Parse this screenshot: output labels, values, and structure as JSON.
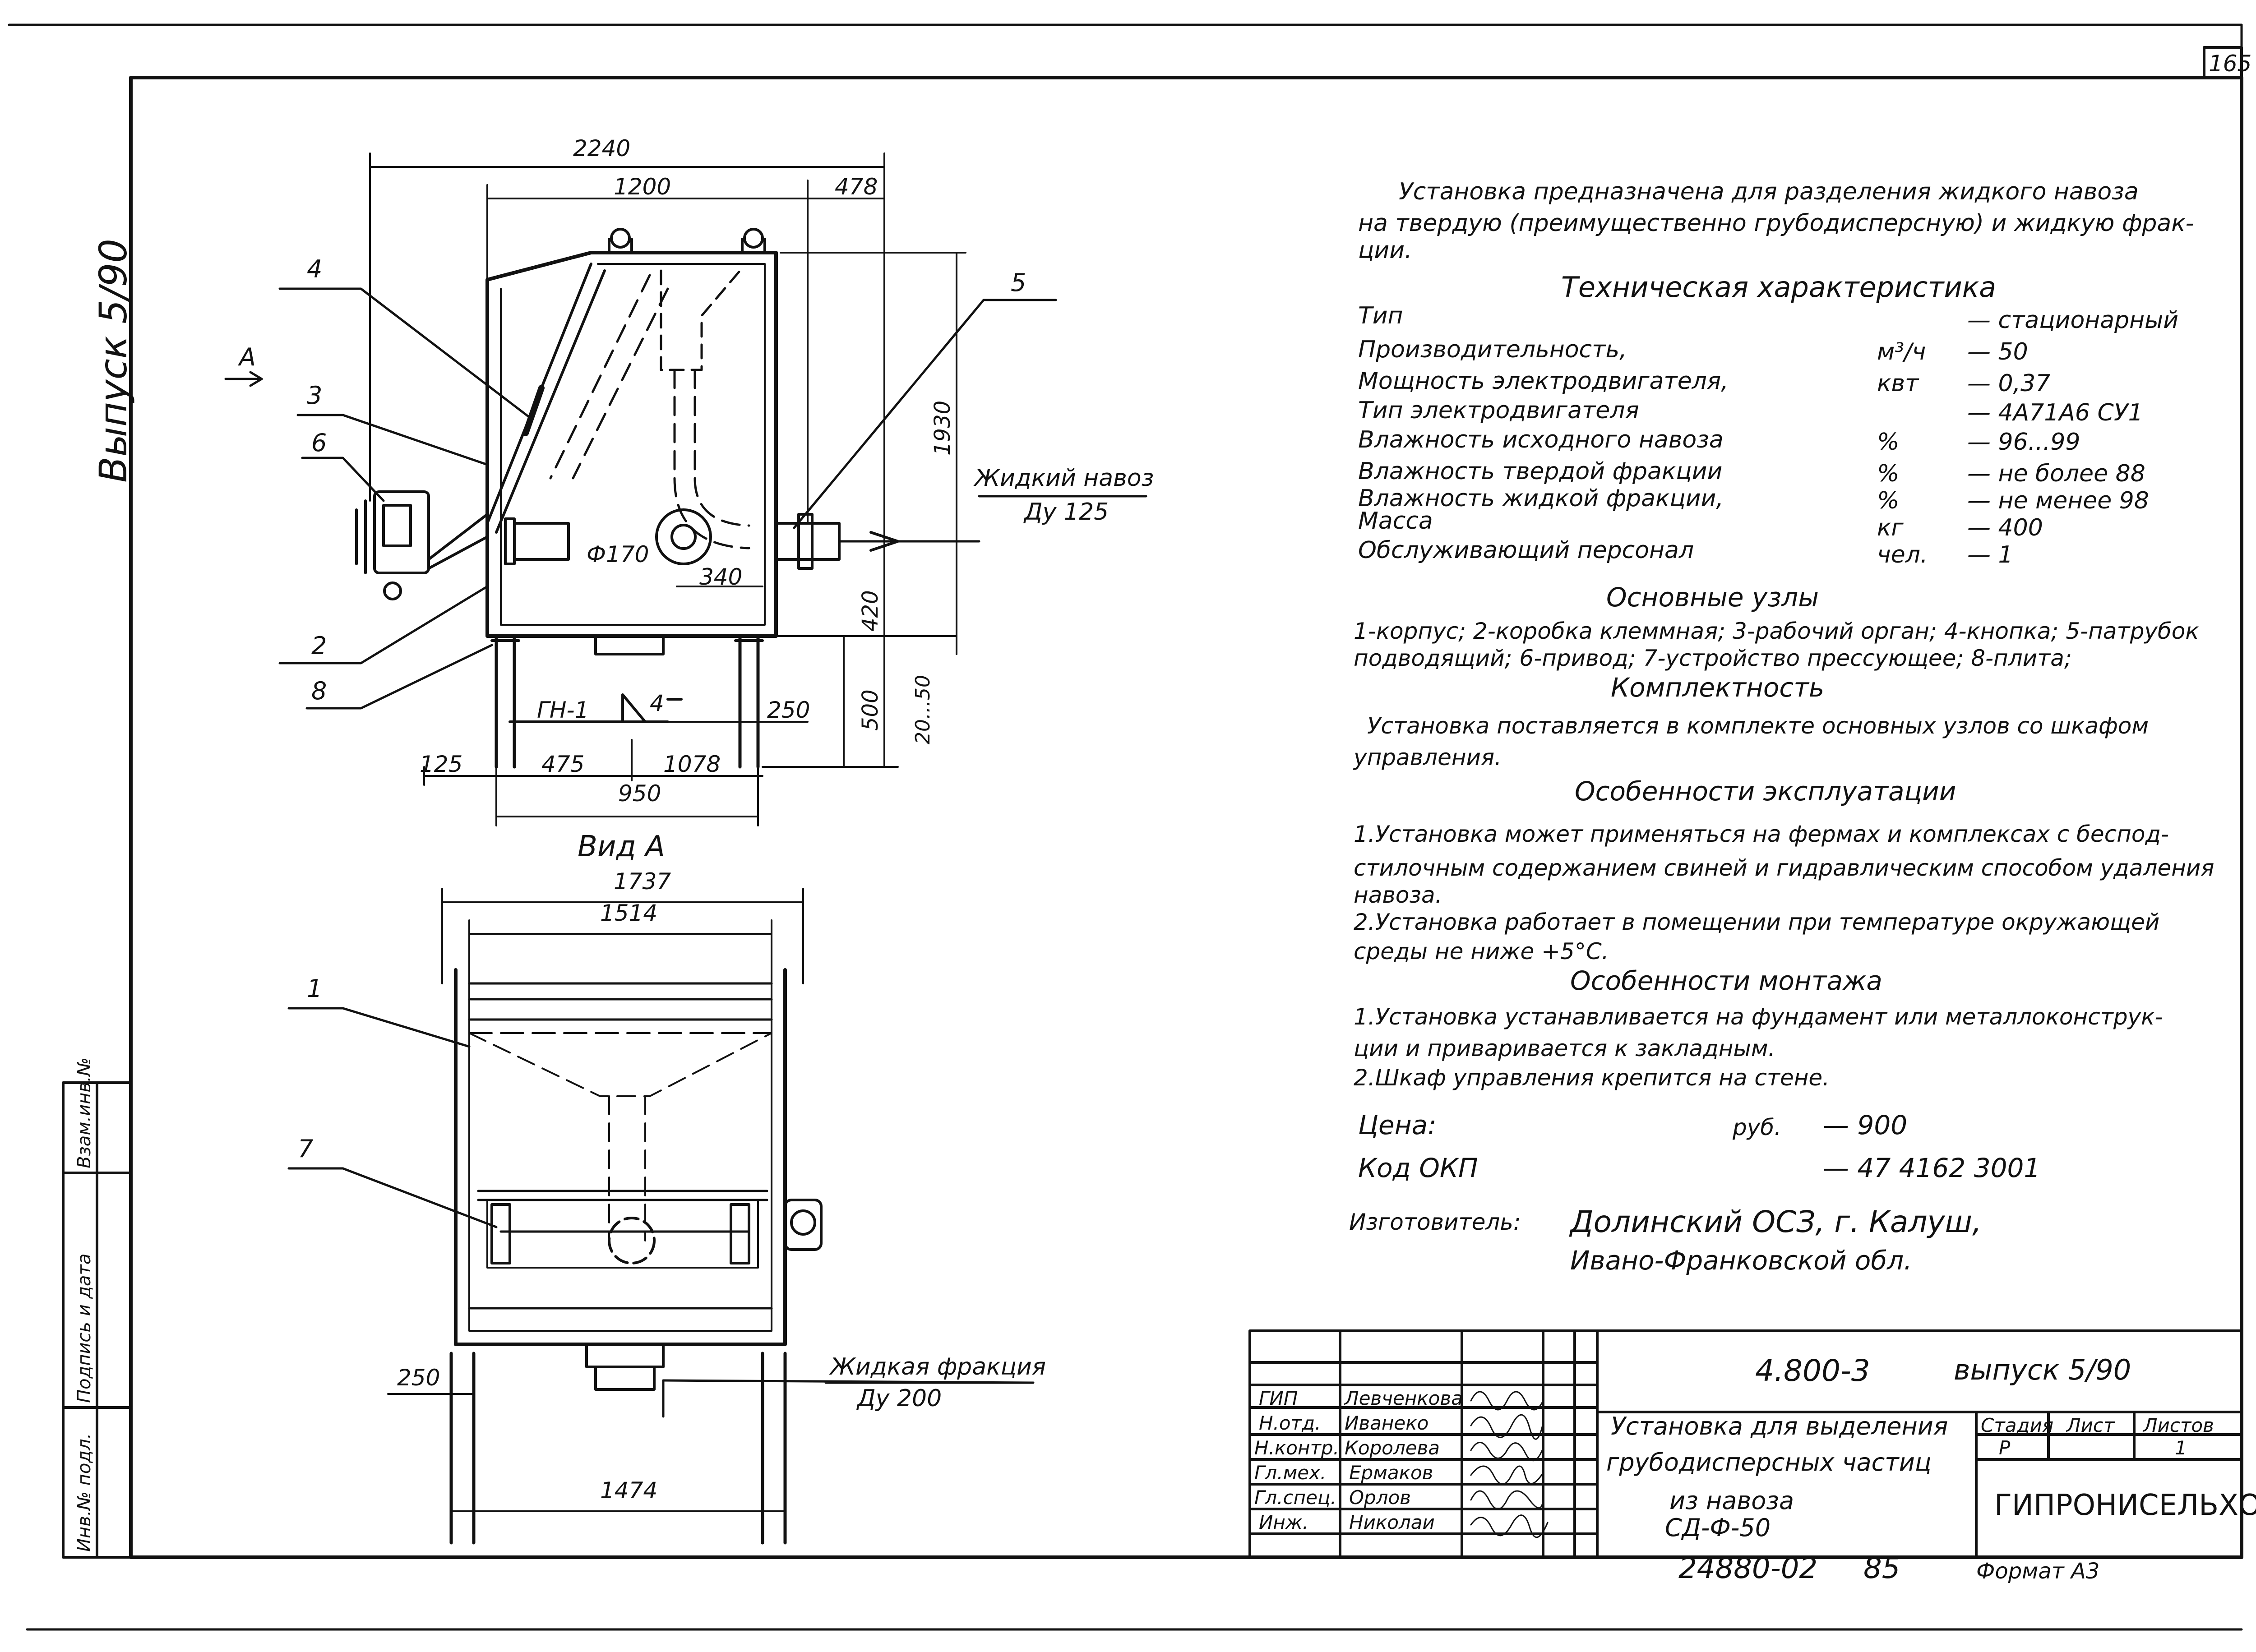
{
  "sheet_number": "165",
  "side_label": "Выпуск 5/90",
  "view_arrow_label": "А",
  "view_a_title": "Вид А",
  "dimensions": {
    "d2240": "2240",
    "d1200": "1200",
    "d478": "478",
    "d1930": "1930",
    "d420": "420",
    "d500": "500",
    "d20_50": "20...50",
    "d250a": "250",
    "d125": "125",
    "d475": "475",
    "d1078": "1078",
    "d950": "950",
    "d340": "340",
    "phi170": "Ф170",
    "gn": "ГН-1",
    "weld": "4",
    "d1737": "1737",
    "d1514": "1514",
    "d250b": "250",
    "d1474": "1474"
  },
  "callouts": [
    "4",
    "3",
    "6",
    "2",
    "8",
    "5",
    "1",
    "7"
  ],
  "liquid_manure": {
    "label": "Жидкий навоз",
    "size": "Ду 125"
  },
  "liquid_fraction": {
    "label": "Жидкая фракция",
    "size": "Ду 200"
  },
  "intro": [
    "Установка предназначена для разделения жидкого навоза",
    "на твердую (преимущественно грубодисперсную) и жидкую фрак-",
    "ции."
  ],
  "tech_title": "Техническая характеристика",
  "specs": [
    {
      "name": "Тип",
      "unit": "",
      "value": "— стационарный"
    },
    {
      "name": "Производительность,",
      "unit": "м³/ч",
      "value": "— 50"
    },
    {
      "name": "Мощность электродвигателя,",
      "unit": "квт",
      "value": "— 0,37"
    },
    {
      "name": "Тип электродвигателя",
      "unit": "",
      "value": "— 4А71А6 СУ1"
    },
    {
      "name": "Влажность исходного навоза",
      "unit": "%",
      "value": "— 96...99"
    },
    {
      "name": "Влажность твердой фракции",
      "unit": "%",
      "value": "— не более 88"
    },
    {
      "name": "Влажность жидкой фракции,",
      "unit": "%",
      "value": "— не менее 98"
    },
    {
      "name": "Масса",
      "unit": "кг",
      "value": "— 400"
    },
    {
      "name": "Обслуживающий персонал",
      "unit": "чел.",
      "value": "— 1"
    }
  ],
  "units_title": "Основные узлы",
  "units_text": [
    "1-корпус; 2-коробка клеммная; 3-рабочий орган; 4-кнопка; 5-патрубок",
    "подводящий; 6-привод; 7-устройство прессующее; 8-плита;"
  ],
  "complete_title": "Комплектность",
  "complete_text": [
    "Установка поставляется в комплекте основных узлов со шкафом",
    "управления."
  ],
  "operation_title": "Особенности эксплуатации",
  "operation_text": [
    "1.Установка может применяться на фермах и комплексах с беспод-",
    "стилочным содержанием свиней и гидравлическим способом удаления",
    "навоза.",
    "2.Установка работает в помещении при температуре окружающей",
    "среды не ниже +5°С."
  ],
  "mount_title": "Особенности монтажа",
  "mount_text": [
    "1.Установка устанавливается на фундамент или металлоконструк-",
    "ции и приваривается к закладным.",
    "2.Шкаф управления крепится на стене."
  ],
  "price": {
    "label": "Цена:",
    "unit": "руб.",
    "value": "— 900"
  },
  "okp": {
    "label": "Код ОКП",
    "value": "— 47 4162 3001"
  },
  "maker": {
    "label": "Изготовитель:",
    "line1": "Долинский ОСЗ, г. Калуш,",
    "line2": "Ивано-Франковской обл."
  },
  "title_block": {
    "code": "4.800-3",
    "issue": "выпуск 5/90",
    "title_lines": [
      "Установка для выделения",
      "грубодисперсных частиц",
      "из навоза",
      "СД-Ф-50"
    ],
    "stage_hdr": "Стадия",
    "sheet_hdr": "Лист",
    "sheets_hdr": "Листов",
    "stage": "Р",
    "sheet": "",
    "sheets": "1",
    "org": "ГИПРОНИСЕЛЬХОЗ",
    "roles": [
      "ГИП",
      "Н.отд.",
      "Н.контр.",
      "Гл.мех.",
      "Гл.спец.",
      "Инж."
    ],
    "names": [
      "Левченкова",
      "Иванеко",
      "Королева",
      "Ермаков",
      "Орлов",
      "Николаи"
    ],
    "doc_number": "24880-02",
    "doc_page": "85",
    "format": "Формат А3"
  },
  "side_stamp": [
    "Инв.№ подл.",
    "Подпись и дата",
    "Взам.инв.№"
  ]
}
